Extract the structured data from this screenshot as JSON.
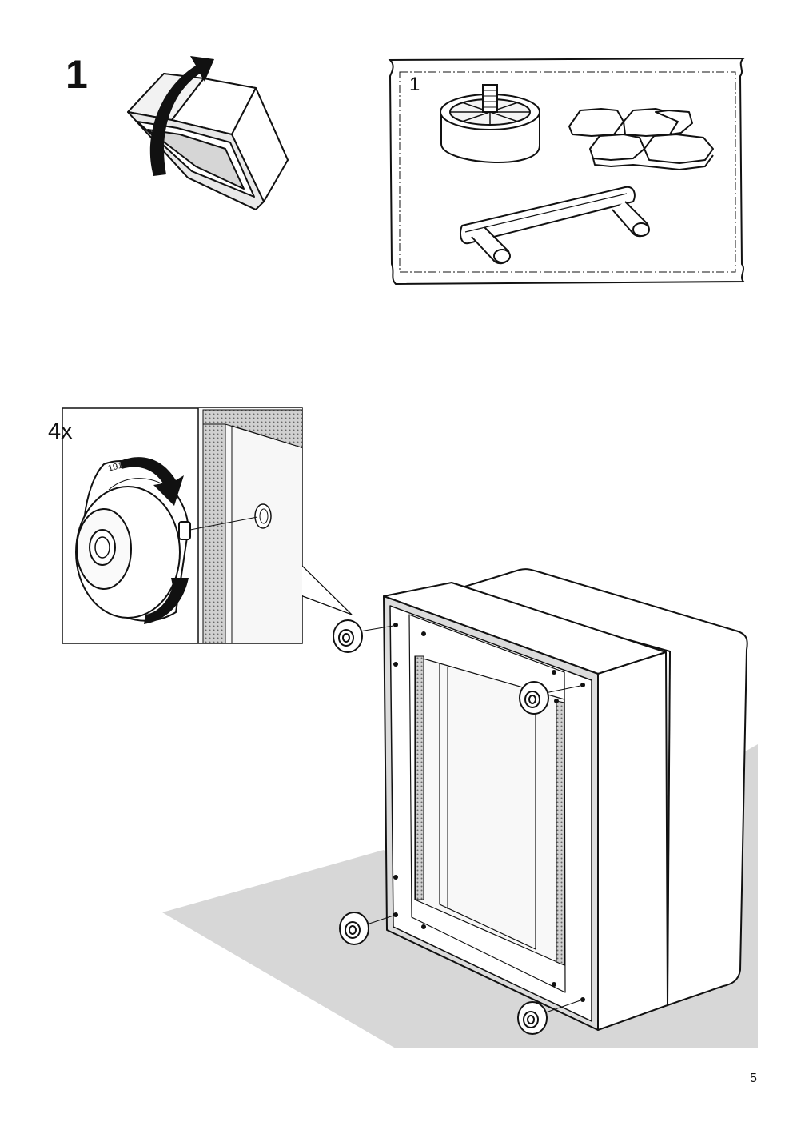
{
  "step": {
    "number": "1"
  },
  "parts_bag": {
    "count": "1"
  },
  "detail": {
    "quantity": "4x",
    "part_number": "191266"
  },
  "page": {
    "number": "5"
  }
}
